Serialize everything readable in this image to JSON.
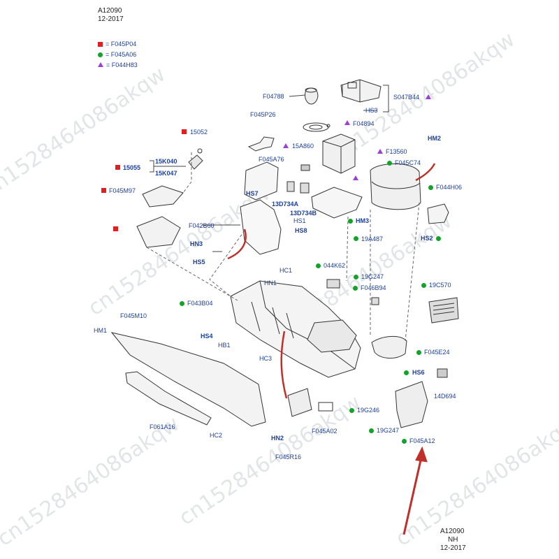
{
  "header": {
    "code": "A12090",
    "date": "12-2017"
  },
  "footer": {
    "code": "A12090",
    "status": "NH",
    "date": "12-2017"
  },
  "legend": [
    {
      "marker": "red-square",
      "text": "= F045P04"
    },
    {
      "marker": "green-circle",
      "text": "= F045A06"
    },
    {
      "marker": "purple-triangle",
      "text": "= F044H83"
    }
  ],
  "colors": {
    "label": "#1b3f9e",
    "red_marker": "#e02020",
    "green_marker": "#13a32a",
    "purple_marker": "#9b3fd6",
    "arrow": "#c0302a"
  },
  "watermark": "cn1528464086akqw",
  "labels": {
    "f04788": "F04788",
    "s047b44": "S047B44",
    "hs3": "HS3",
    "f045p26": "F045P26",
    "f04894": "F04894",
    "n15052": "15052",
    "hm2": "HM2",
    "n15a860": "15A860",
    "f13560": "F13560",
    "f045c74": "F045C74",
    "n15k040": "15K040",
    "n15055": "15055",
    "n15k047": "15K047",
    "f045a76": "F045A76",
    "f045m97": "F045M97",
    "f044h06": "F044H06",
    "hs7": "HS7",
    "n13d734a": "13D734A",
    "n13d734b": "13D734B",
    "hs1": "HS1",
    "hm3": "HM3",
    "f042b60": "F042B60",
    "hs8": "HS8",
    "hs2": "HS2",
    "n19a487": "19A487",
    "hn3": "HN3",
    "hs5": "HS5",
    "hc1": "HC1",
    "n044k62": "044K62",
    "n19g247a": "19G247",
    "hn1": "HN1",
    "f046b94": "F046B94",
    "n19c570": "19C570",
    "f043b04": "F043B04",
    "f045m10": "F045M10",
    "hm1": "HM1",
    "hs4": "HS4",
    "hb1": "HB1",
    "f045e24": "F045E24",
    "hc3": "HC3",
    "hs6": "HS6",
    "n14d694": "14D694",
    "n19g246": "19G246",
    "n19g247b": "19G247",
    "f061a16": "F061A16",
    "hc2": "HC2",
    "f045a02": "F045A02",
    "f045a12": "F045A12",
    "hn2": "HN2",
    "f045r16": "F045R16"
  }
}
